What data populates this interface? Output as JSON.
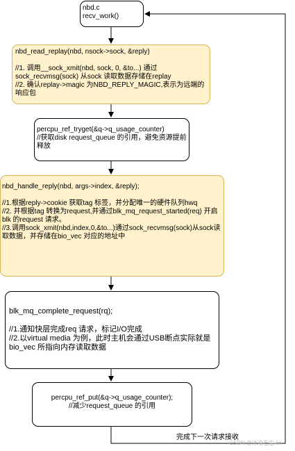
{
  "nodes": {
    "recv_work": "nbd.c\nrecv_work()",
    "nbd_read_replay": "nbd_read_replay(nbd, nsock->sock, &reply)\n\n//1. 调用__sock_xmit(nbd, sock, 0, &to...) 通过sock_recvmsg(sock) 从sock 读取数据存储在replay\n//2. 确认replay->magic 为NBD_REPLY_MAGIC,表示为远端的响应包",
    "percpu_ref_tryget": "percpu_ref_tryget(&q->q_usage_counter)\n//获取disk request_queue 的引用，避免资源提前释放",
    "nbd_handle_reply": "nbd_handle_reply(nbd, args->index, &reply);\n\n//1.根据reply->cookie 获取tag 标签，并分配唯一的硬件队列hwq\n//2. 并根据tag 转换为request,并通过blk_mq_request_started(req) 开启blk 的request 请求。\n//3.调用sock_xmit(nbd,index,0,&to...)通过sock_recvmsg(sock)从sock读取数据，并存储在bio_vec 对应的地址中",
    "blk_mq_complete_request": "blk_mq_complete_request(rq);\n\n//1.通知快层完成req 请求，标记I/O完成\n//2.以virtual media 为例，此时主机会通过USB断点实际就是bio_vec 所指向内存读取数据",
    "percpu_ref_put": "percpu_ref_put(&q->q_usage_counter);\n//减少request_queue 的引用"
  },
  "loop_label": "完成下一次请求接收",
  "watermark": "CSDN @冰凌石生-lin",
  "colors": {
    "yellow_fill": "#fff2cc",
    "yellow_stroke": "#d6b656",
    "line": "#000000"
  }
}
